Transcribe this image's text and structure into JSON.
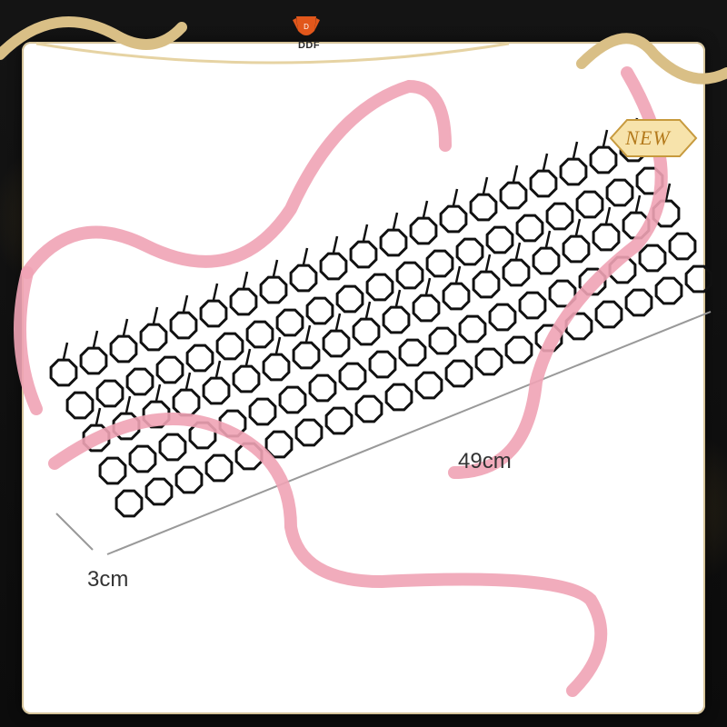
{
  "brand": {
    "logo_text": "DDF",
    "accent_color": "#e2571b"
  },
  "badge": {
    "text": "NEW",
    "color": "#e9c26a"
  },
  "product": {
    "name_icon": "spike-mat",
    "mat_color": "#111111",
    "dimensions": {
      "length_label": "49cm",
      "width_label": "3cm"
    }
  },
  "decor": {
    "ribbon_color": "#f0a3b5",
    "frame_color": "#d8c090"
  }
}
